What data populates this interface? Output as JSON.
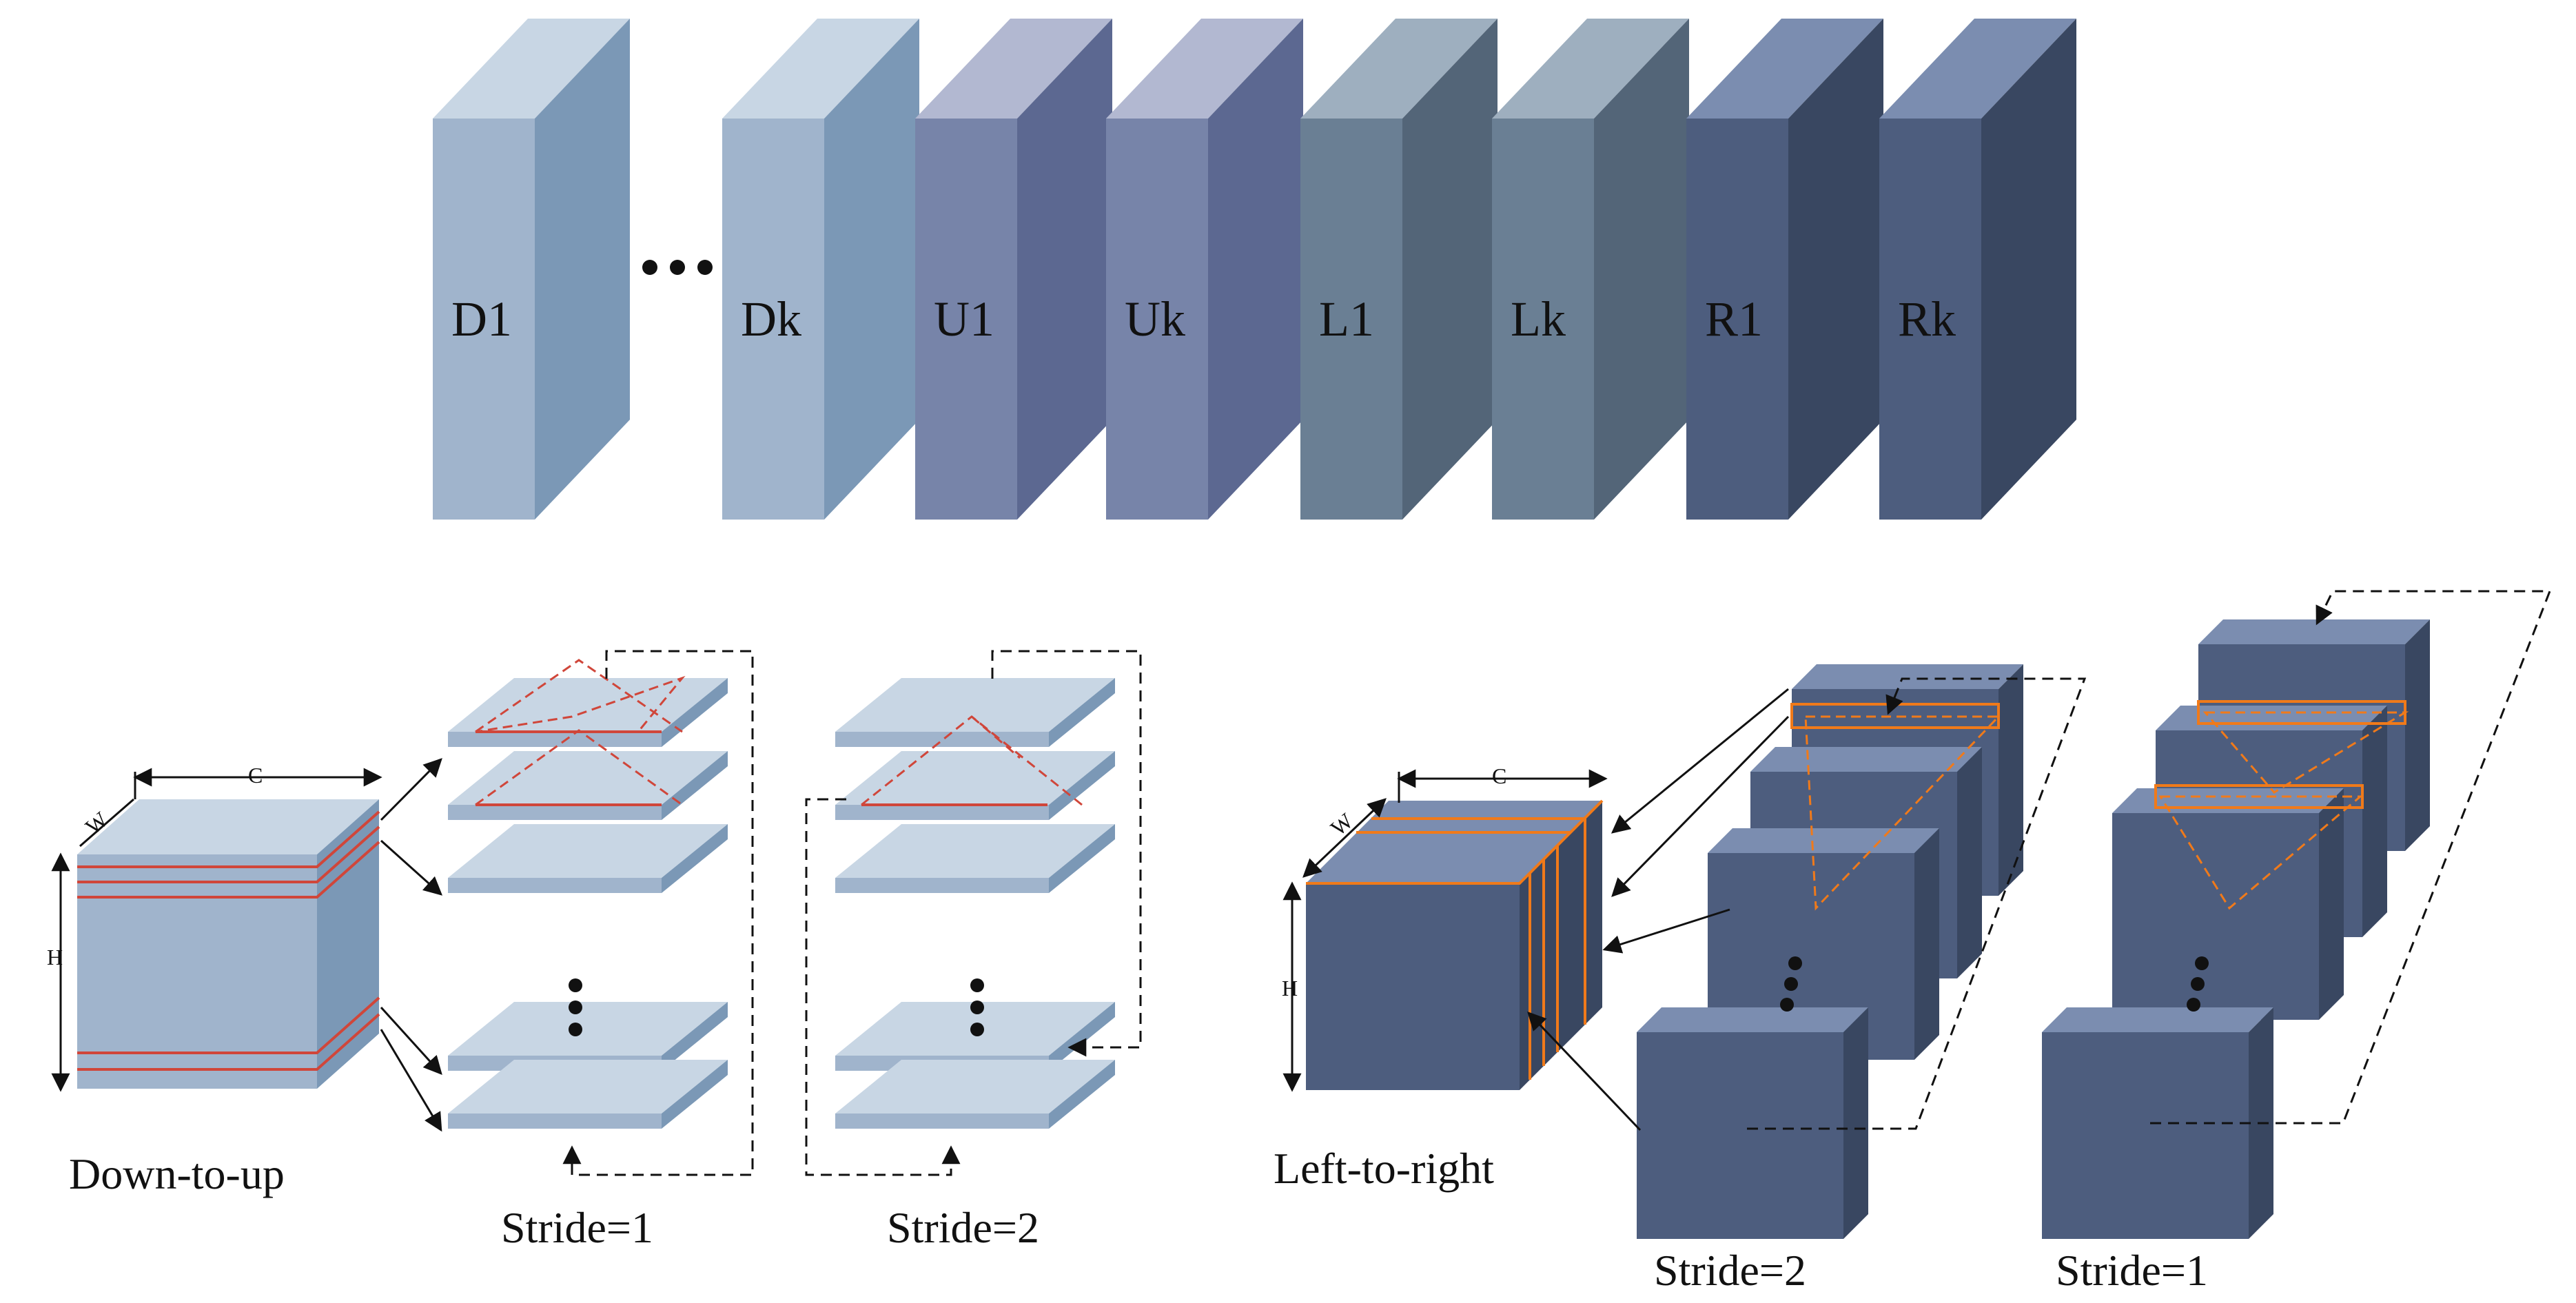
{
  "top_row": {
    "blocks": [
      {
        "label": "D1",
        "front": "#a0b4cc",
        "side": "#7b98b6",
        "top": "#c8d6e4"
      },
      {
        "label": "Dk",
        "front": "#a0b4cc",
        "side": "#7b98b6",
        "top": "#c8d6e4"
      },
      {
        "label": "U1",
        "front": "#7784a9",
        "side": "#5c6891",
        "top": "#b2b8d1"
      },
      {
        "label": "Uk",
        "front": "#7784a9",
        "side": "#5c6891",
        "top": "#b2b8d1"
      },
      {
        "label": "L1",
        "front": "#6a7f94",
        "side": "#536578",
        "top": "#9eafbf"
      },
      {
        "label": "Lk",
        "front": "#6a7f94",
        "side": "#536578",
        "top": "#9eafbf"
      },
      {
        "label": "R1",
        "front": "#4d5d7e",
        "side": "#394761",
        "top": "#7b8db0"
      },
      {
        "label": "Rk",
        "front": "#4d5d7e",
        "side": "#394761",
        "top": "#7b8db0"
      }
    ],
    "ellipsis": "•••"
  },
  "down_to_up": {
    "caption": "Down-to-up",
    "dim_w": "W",
    "dim_c": "C",
    "dim_h": "H",
    "cube_colors": {
      "front": "#a0b4cc",
      "side": "#7b98b6",
      "top": "#c8d6e4"
    },
    "stride1_caption": "Stride=1",
    "stride2_caption": "Stride=2"
  },
  "left_to_right": {
    "caption": "Left-to-right",
    "dim_w": "W",
    "dim_c": "C",
    "dim_h": "H",
    "cube_colors": {
      "front": "#4d5d7e",
      "side": "#394761",
      "top": "#7b8db0"
    },
    "stride2_caption": "Stride=2",
    "stride1_caption": "Stride=1"
  },
  "colors": {
    "red_line": "#d0463a",
    "orange_line": "#f07a1a",
    "dashed": "#111111"
  }
}
